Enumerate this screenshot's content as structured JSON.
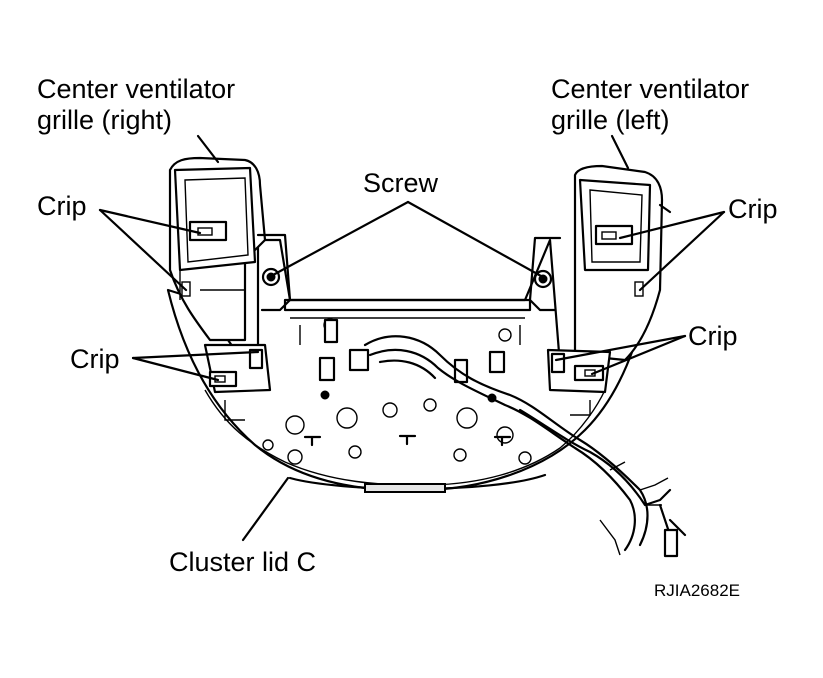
{
  "labels": {
    "grille_right_line1": "Center ventilator",
    "grille_right_line2": "grille (right)",
    "grille_left_line1": "Center ventilator",
    "grille_left_line2": "grille (left)",
    "screw": "Screw",
    "crip_upper_left": "Crip",
    "crip_upper_right": "Crip",
    "crip_lower_left": "Crip",
    "crip_lower_right": "Crip",
    "cluster_lid": "Cluster lid C",
    "figure_code": "RJIA2682E"
  }
}
